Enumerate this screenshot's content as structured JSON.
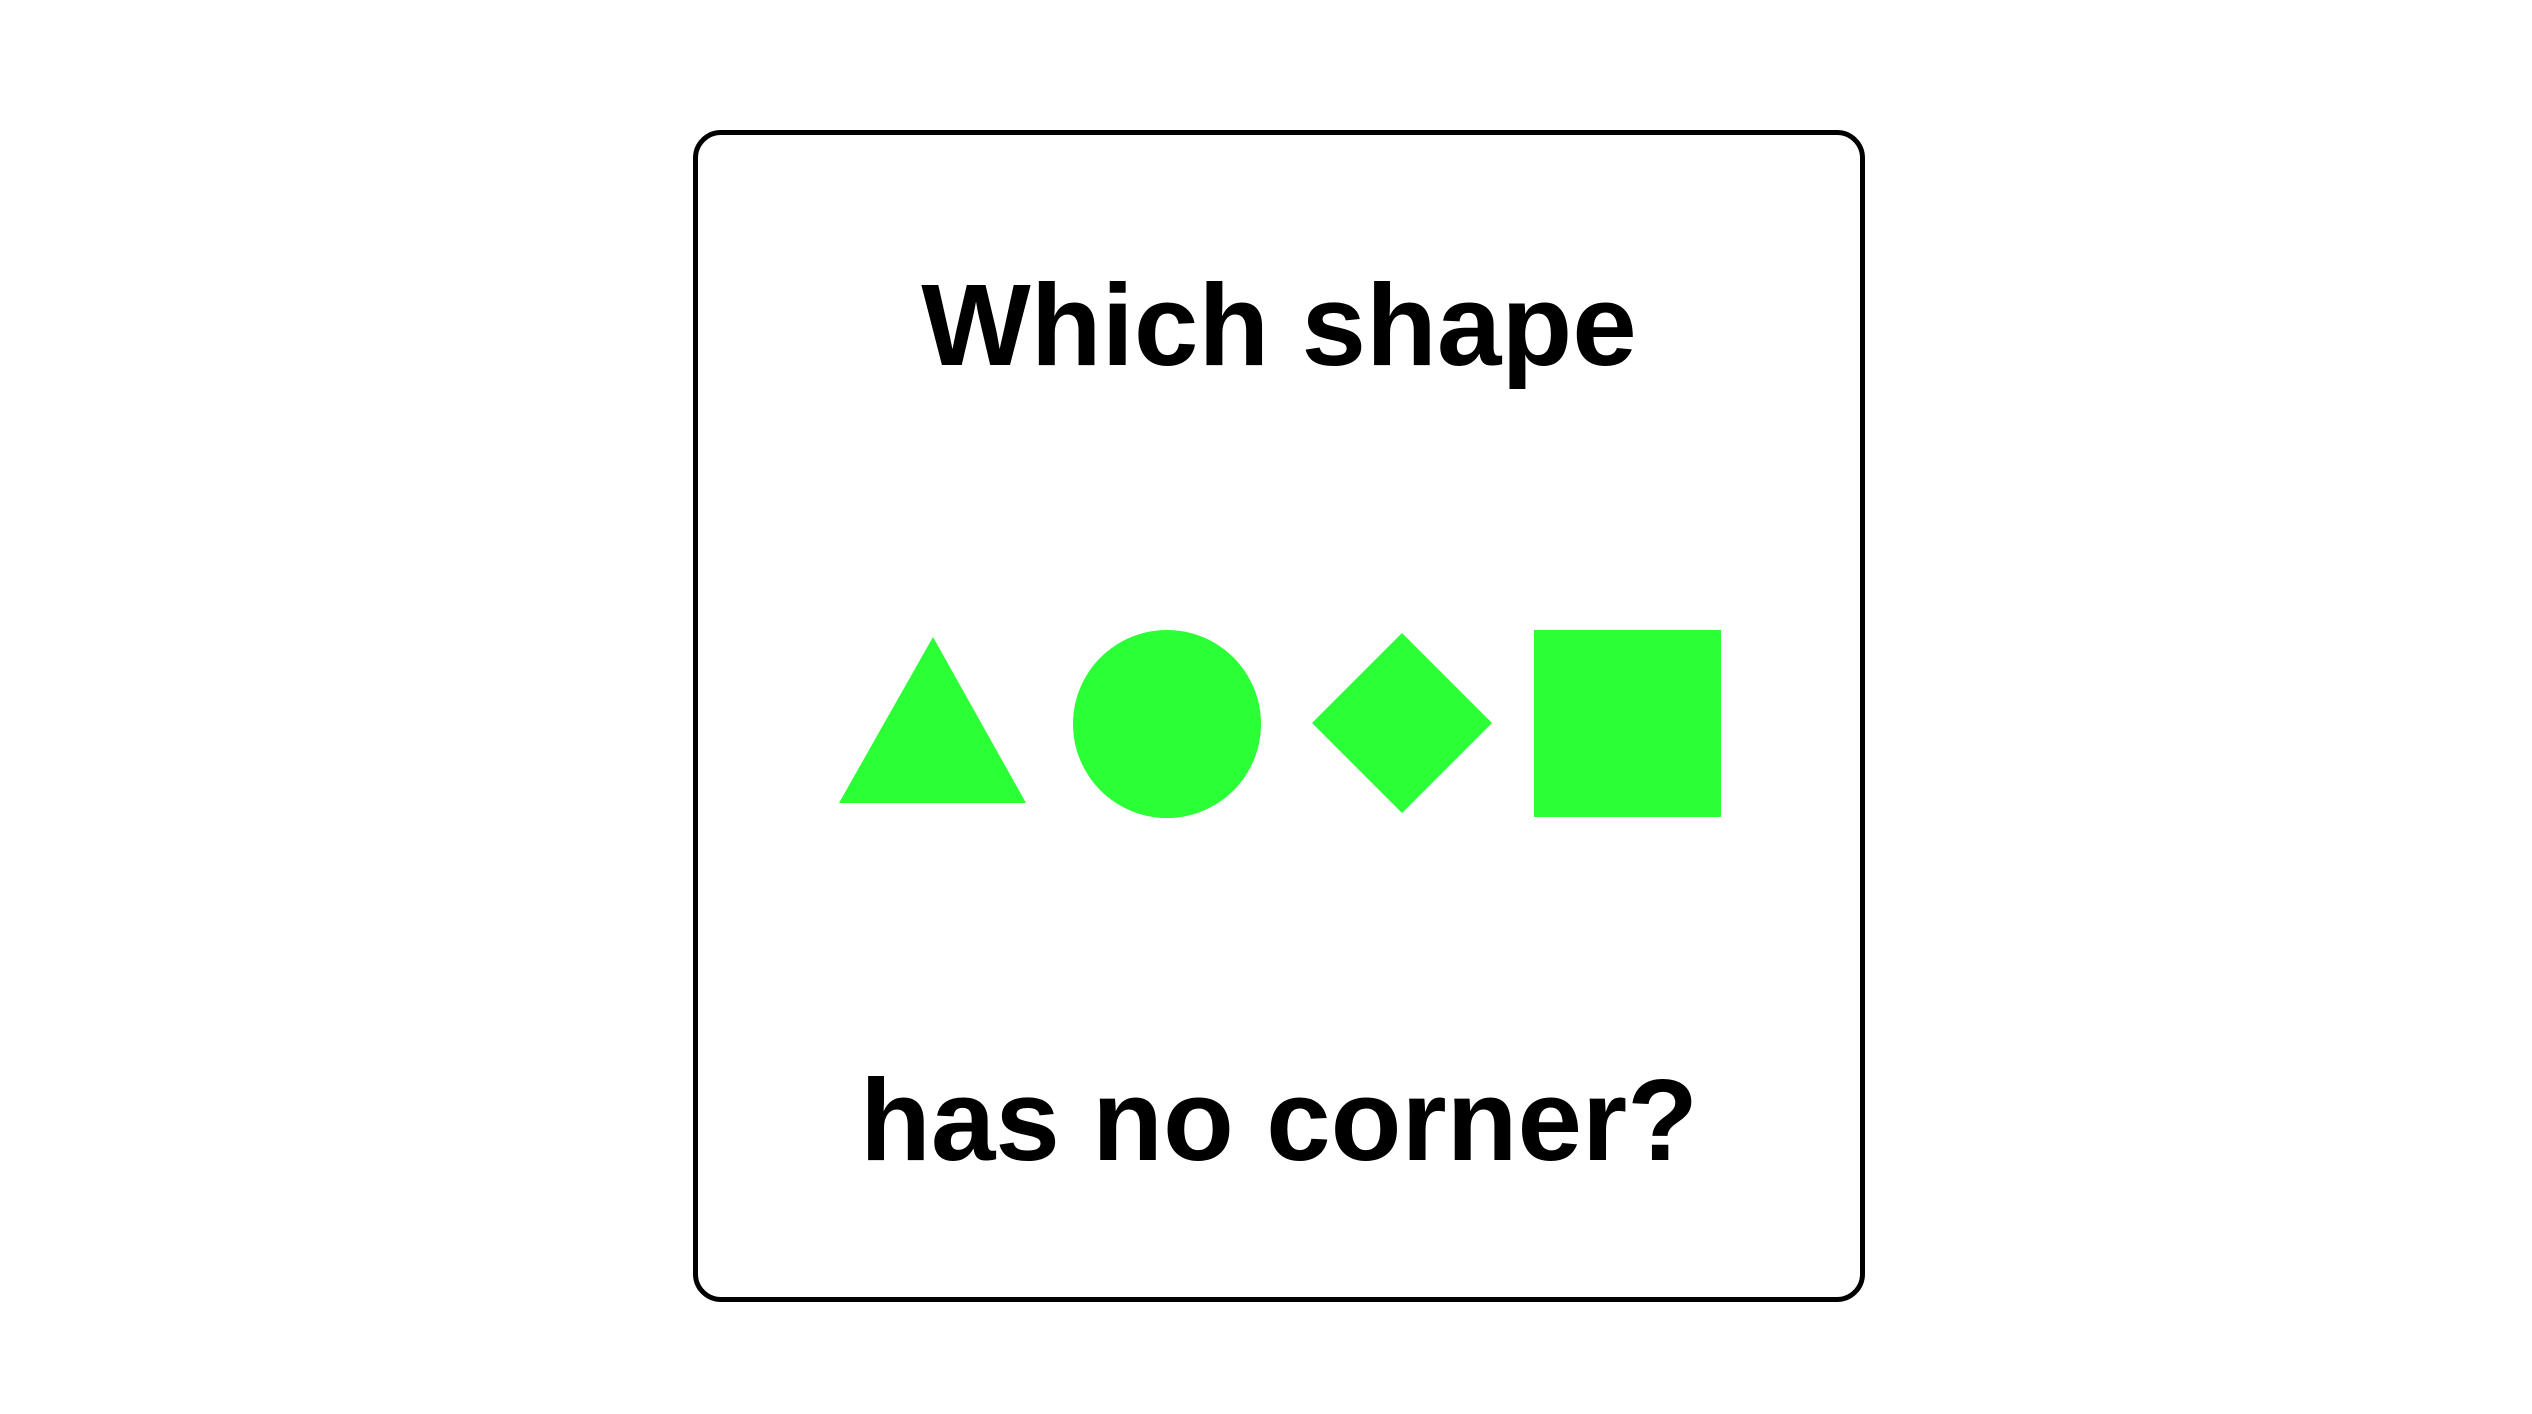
{
  "question": {
    "line1": "Which shape",
    "line2": "has no corner?"
  },
  "colors": {
    "shape_fill": "#2bff36",
    "border": "#000000",
    "background": "#ffffff"
  },
  "options": [
    {
      "shape": "triangle"
    },
    {
      "shape": "circle"
    },
    {
      "shape": "diamond"
    },
    {
      "shape": "square"
    }
  ]
}
